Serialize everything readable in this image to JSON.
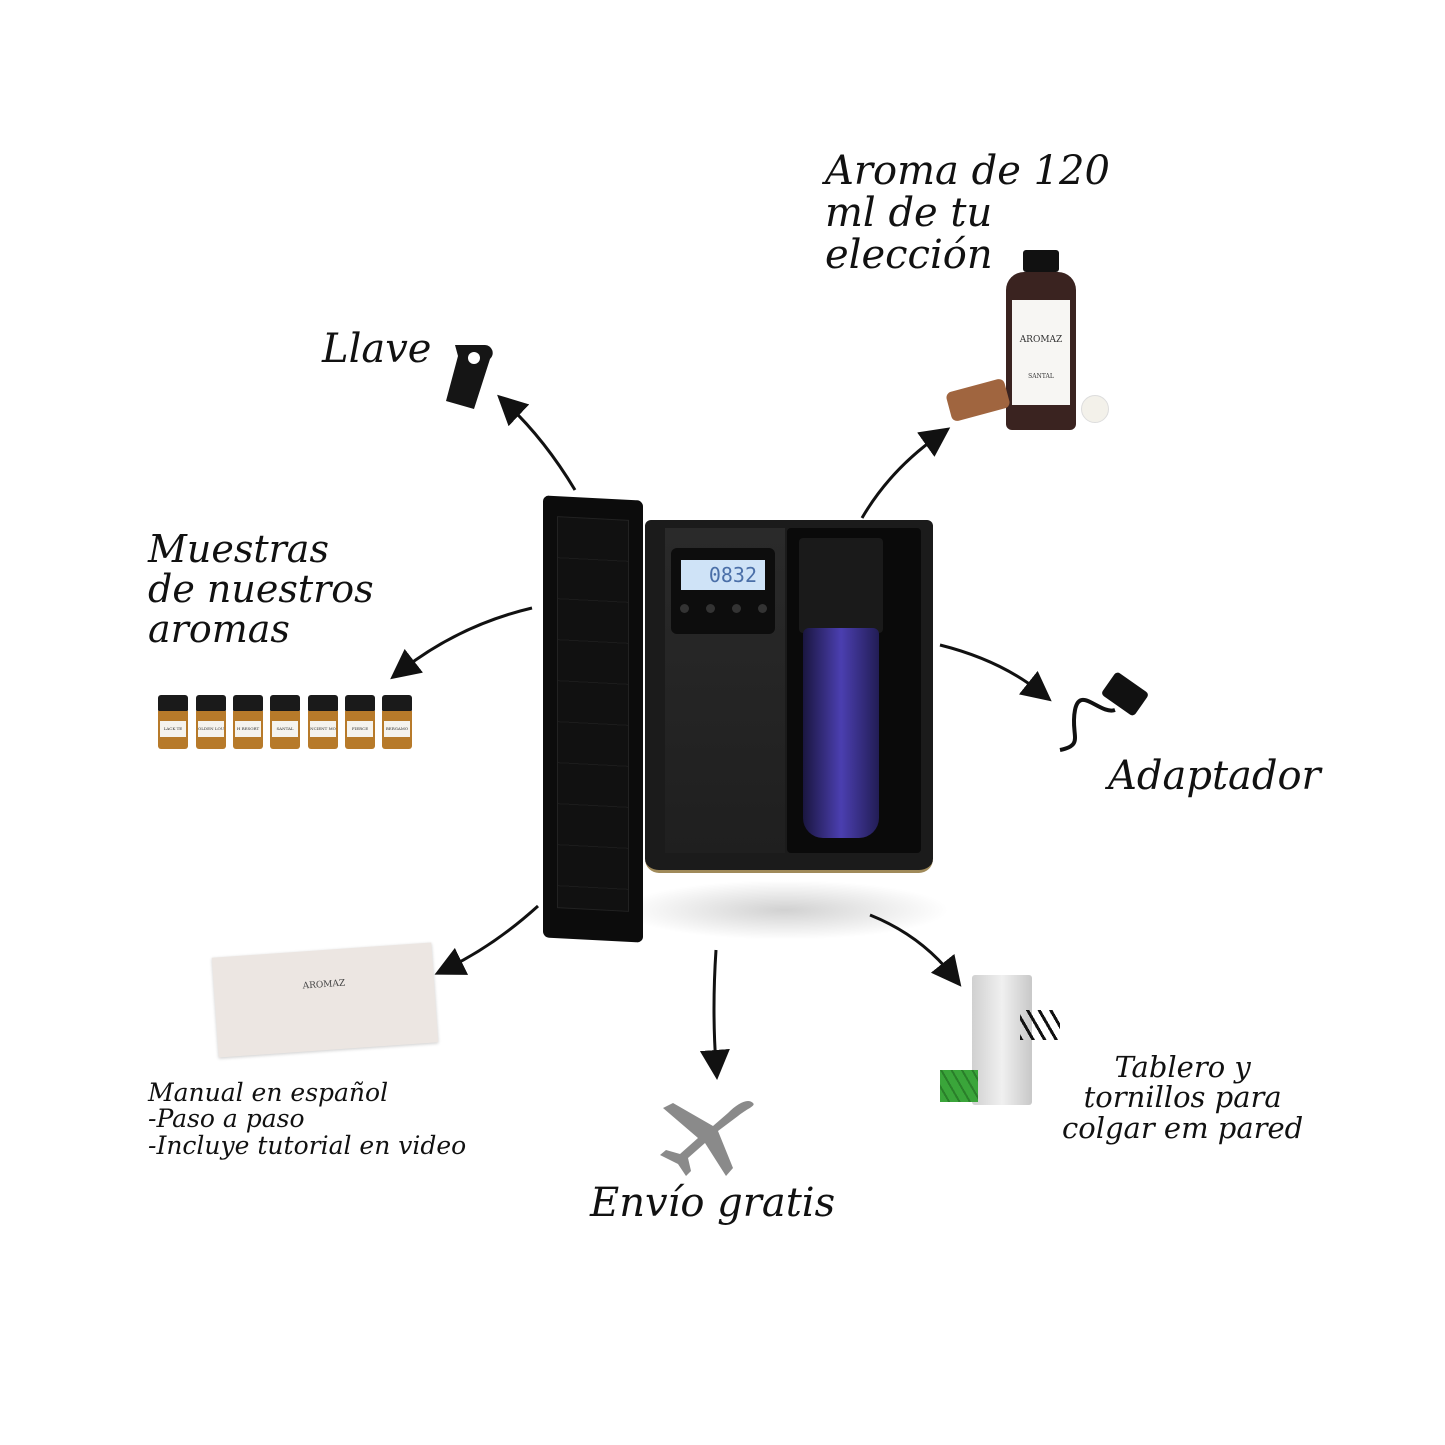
{
  "labels": {
    "key": "Llave",
    "aroma": [
      "Aroma de 120",
      "ml de tu",
      "elección"
    ],
    "samples": [
      "Muestras",
      "de nuestros",
      "aromas"
    ],
    "adapter": "Adaptador",
    "manual": [
      "Manual en español",
      "-Paso a paso",
      "-Incluye tutorial en video"
    ],
    "shipping": "Envío gratis",
    "board": [
      "Tablero y",
      "tornillos para",
      "colgar em pared"
    ]
  },
  "bottle": {
    "brand": "AROMAZ",
    "scent": "SANTAL"
  },
  "manual_card": {
    "brand": "AROMAZ"
  },
  "diffuser": {
    "display": "0832"
  },
  "vials": [
    "LACK TE",
    "OLDEN LOU",
    "H RESORT",
    "SANTAL",
    "NCIENT MO",
    "FIERCE",
    "BERGAMO"
  ],
  "colors": {
    "ink": "#111111",
    "amber": "#b77a2a",
    "plane": "#8a8a8a",
    "lcd": "#cfe3f7"
  }
}
